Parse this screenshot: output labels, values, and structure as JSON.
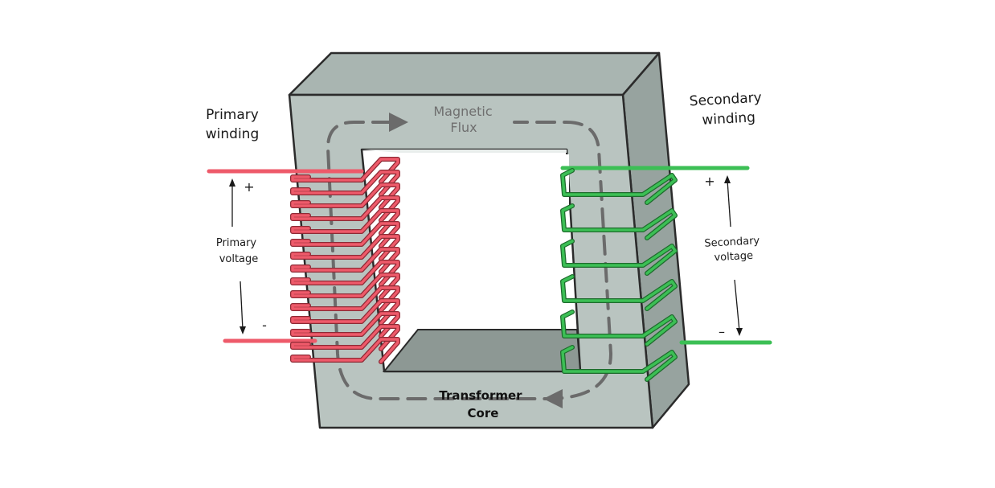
{
  "labels": {
    "primary_winding": [
      "Primary",
      "winding"
    ],
    "secondary_winding": [
      "Secondary",
      "winding"
    ],
    "magnetic_flux": [
      "Magnetic",
      "Flux"
    ],
    "transformer_core": [
      "Transformer",
      "Core"
    ],
    "primary_voltage": [
      "Primary",
      "voltage"
    ],
    "secondary_voltage": [
      "Secondary",
      "voltage"
    ],
    "primary_plus": "+",
    "primary_minus": "-",
    "secondary_plus": "+",
    "secondary_minus": "–"
  },
  "colors": {
    "core_front": "#b9c4c0",
    "core_top": "#a9b5b1",
    "core_side": "#97a39f",
    "core_inner": "#8d9894",
    "core_outline": "#2b2b2b",
    "primary_coil": "#ee5a6a",
    "secondary_coil": "#3cbf55",
    "flux_path": "#6b6b6b"
  },
  "windings": {
    "primary_turns": 15,
    "secondary_turns": 6
  }
}
